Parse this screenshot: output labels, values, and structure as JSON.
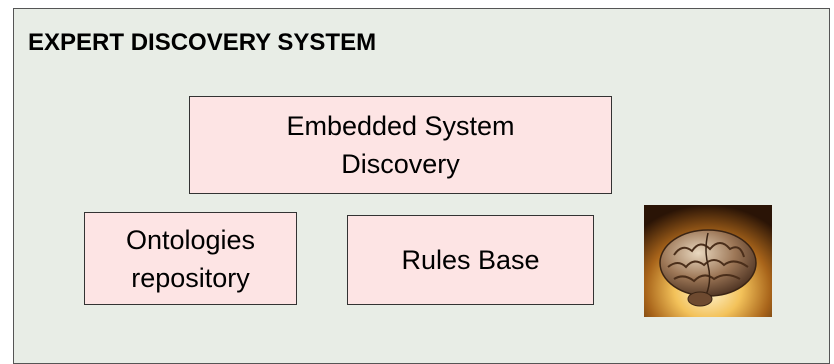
{
  "title": "EXPERT DISCOVERY SYSTEM",
  "boxes": {
    "embedded": {
      "line1": "Embedded System",
      "line2": "Discovery"
    },
    "ontologies": {
      "line1": "Ontologies",
      "line2": "repository"
    },
    "rules": {
      "line1": "Rules Base"
    }
  },
  "colors": {
    "panel_bg": "#e8ede6",
    "box_bg": "#fde4e4"
  },
  "icons": {
    "brain": "brain-image"
  }
}
